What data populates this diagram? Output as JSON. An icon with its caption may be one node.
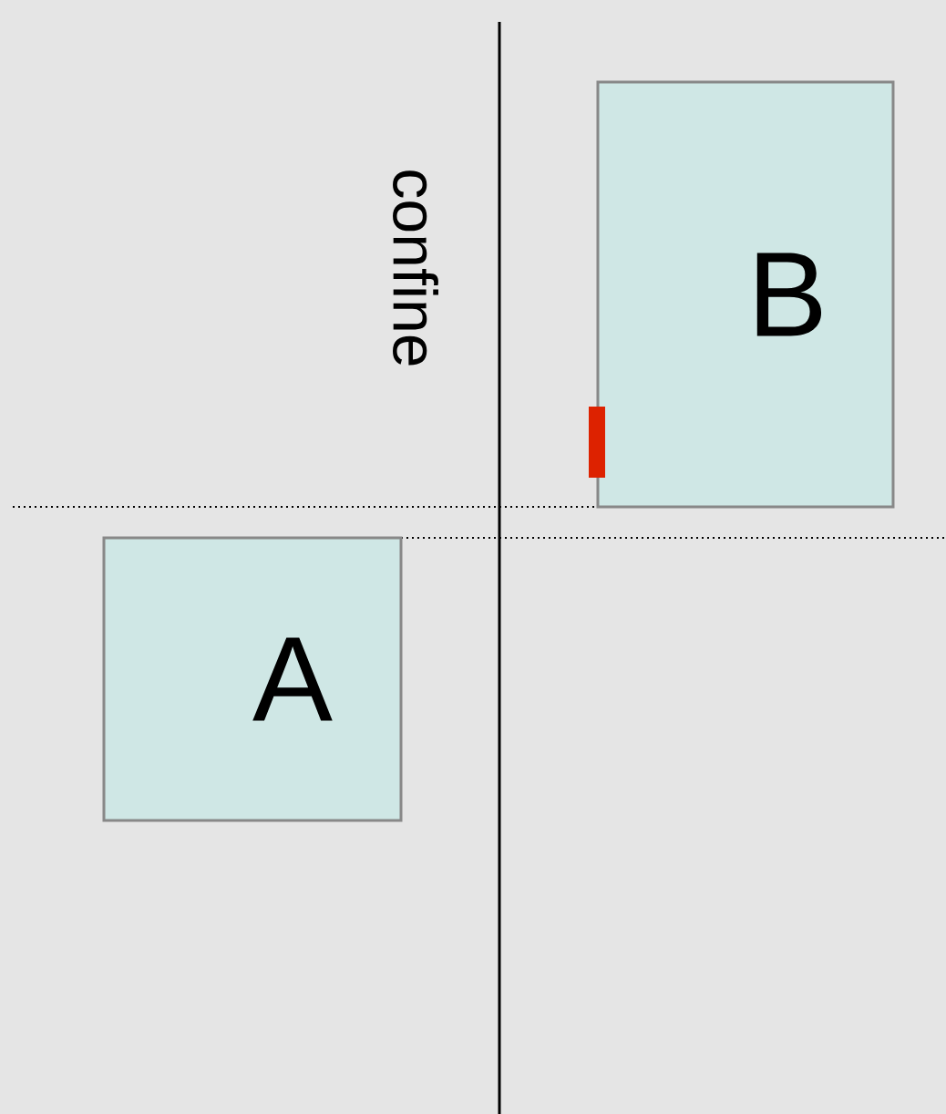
{
  "diagram": {
    "nodes": [
      {
        "text": [
          "A"
        ]
      },
      {
        "text": [
          "B"
        ]
      }
    ],
    "labels": [
      "confine"
    ]
  }
}
